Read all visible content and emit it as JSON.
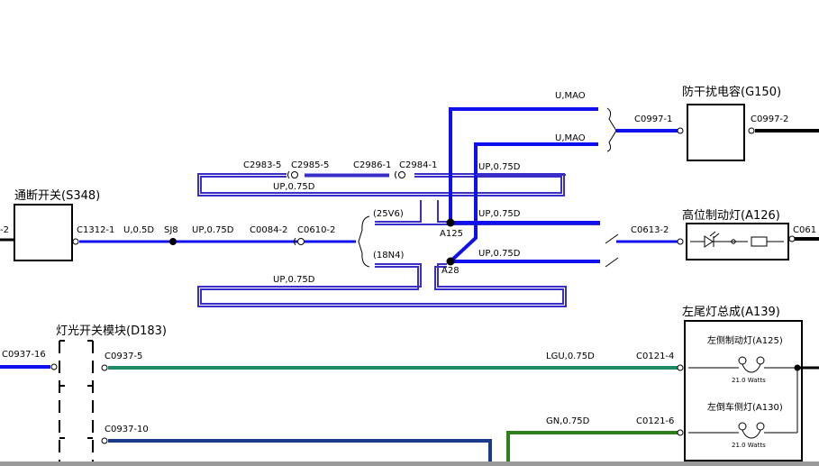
{
  "components": {
    "s348": "通断开关(S348)",
    "g150": "防干扰电容(G150)",
    "a126": "高位制动灯(A126)",
    "d183": "灯光开关模块(D183)",
    "a139": "左尾灯总成(A139)",
    "a139_brake": "左侧制动灯(A125)",
    "a139_reverse": "左倒车侧灯(A130)",
    "watts1": "21.0 Watts",
    "watts2": "21.0 Watts"
  },
  "connectors": {
    "c1312_2": "-2",
    "c1312_1": "C1312-1",
    "sj8": "SJ8",
    "c0084_2": "C0084-2",
    "c0610_2": "C0610-2",
    "c2983_5": "C2983-5",
    "c2985_5": "C2985-5",
    "c2986_1": "C2986-1",
    "c2984_1": "C2984-1",
    "c0997_1": "C0997-1",
    "c0997_2": "C0997-2",
    "c0613_2": "C0613-2",
    "c061": "C061",
    "c0937_16": "C0937-16",
    "c0937_5": "C0937-5",
    "c0937_10": "C0937-10",
    "c0121_4": "C0121-4",
    "c0121_6": "C0121-6"
  },
  "wires": {
    "u_05d": "U,0.5D",
    "up_075d_a": "UP,0.75D",
    "up_075d_loop1": "UP,0.75D",
    "up_075d_loop2": "UP,0.75D",
    "up_075d_r1": "UP,0.75D",
    "up_075d_r2": "UP,0.75D",
    "up_075d_r3": "UP,0.75D",
    "u_mao_1": "U,MAO",
    "u_mao_2": "U,MAO",
    "lgu_075d": "LGU,0.75D",
    "gn_075d": "GN,0.75D"
  },
  "options": {
    "opt_25v6": "(25V6)",
    "opt_18n4": "(18N4)"
  },
  "splices": {
    "a125": "A125",
    "a28": "A28"
  },
  "colors": {
    "blue": "#1010ee",
    "violet": "#3a2ec8",
    "green": "#1e8a6a",
    "dark_green": "#2f7f1a"
  }
}
